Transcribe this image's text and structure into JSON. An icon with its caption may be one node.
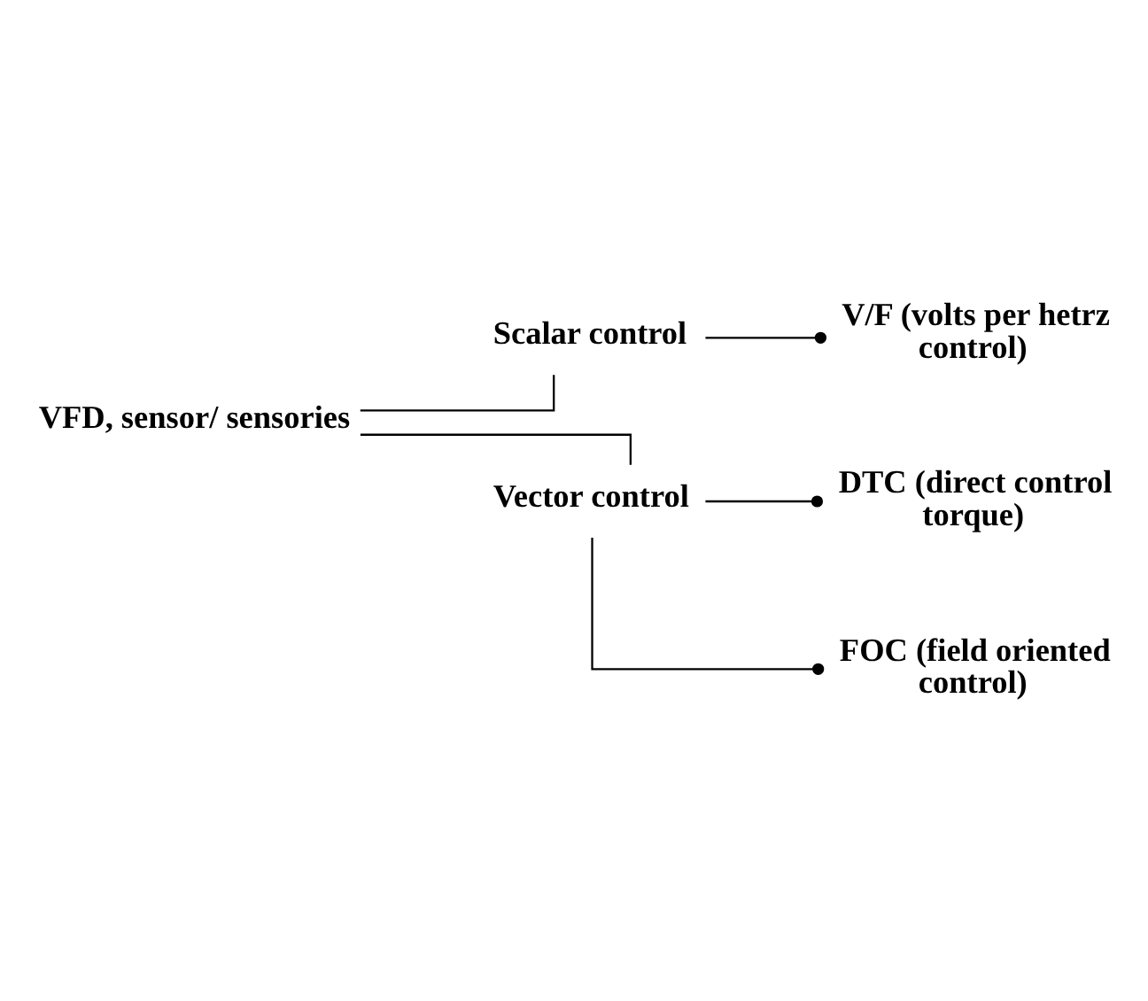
{
  "diagram": {
    "nodes": [
      {
        "text": [
          "VFD, sensor/ sensories"
        ]
      },
      {
        "text": [
          "Scalar control"
        ]
      },
      {
        "text": [
          "Vector control"
        ]
      },
      {
        "text": [
          "V/F (volts per hetrz control)"
        ]
      },
      {
        "text": [
          "DTC (direct control torque)"
        ]
      },
      {
        "text": [
          "FOC (field oriented control)"
        ]
      }
    ],
    "edges": [
      {
        "from": 0,
        "to": 1,
        "arrow": "none"
      },
      {
        "from": 0,
        "to": 2,
        "arrow": "none"
      },
      {
        "from": 1,
        "to": 3,
        "arrow": "other"
      },
      {
        "from": 2,
        "to": 4,
        "arrow": "other"
      },
      {
        "from": 2,
        "to": 5,
        "arrow": "other"
      }
    ]
  }
}
